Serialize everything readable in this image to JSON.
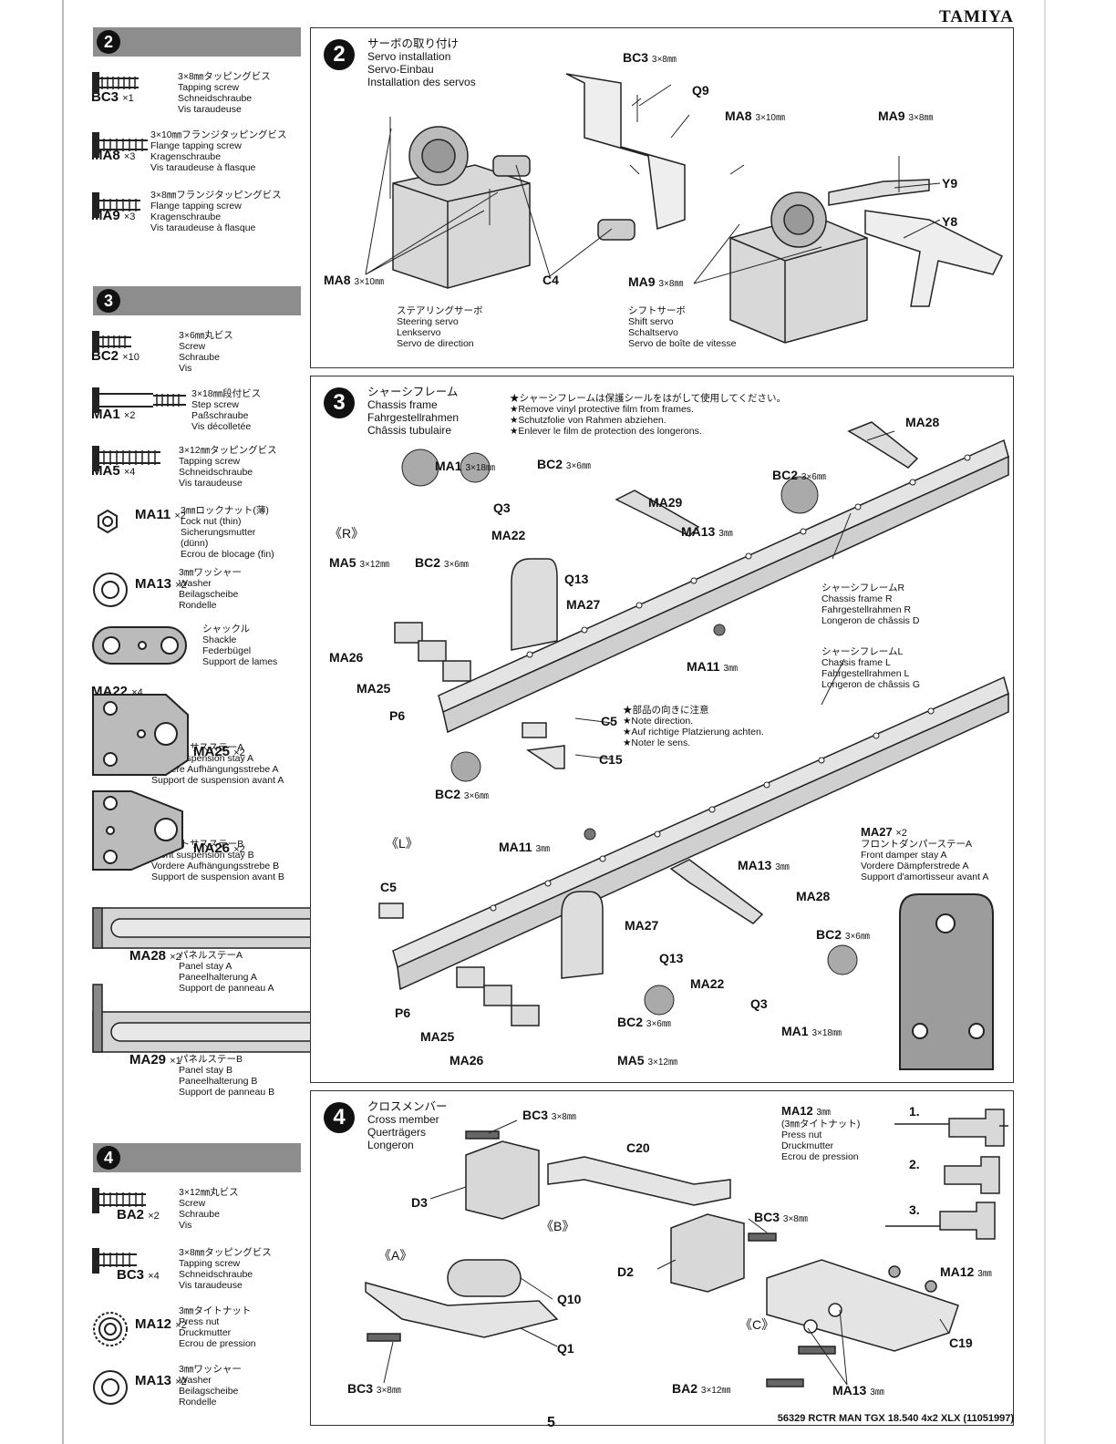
{
  "brand": "TAMIYA",
  "page_number": "5",
  "footer_code": "56329 RCTR MAN TGX 18.540 4x2 XLX (11051997)",
  "sidebar": {
    "step2": {
      "number": "2",
      "parts": [
        {
          "code": "BC3",
          "qty": "×1",
          "desc": "3×8㎜タッピングビス\nTapping screw\nSchneidschraube\nVis taraudeuse"
        },
        {
          "code": "MA8",
          "qty": "×3",
          "desc": "3×10㎜フランジタッピングビス\nFlange tapping screw\nKragenschraube\nVis taraudeuse à flasque"
        },
        {
          "code": "MA9",
          "qty": "×3",
          "desc": "3×8㎜フランジタッピングビス\nFlange tapping screw\nKragenschraube\nVis taraudeuse à flasque"
        }
      ]
    },
    "step3": {
      "number": "3",
      "parts": [
        {
          "code": "BC2",
          "qty": "×10",
          "desc": "3×6㎜丸ビス\nScrew\nSchraube\nVis"
        },
        {
          "code": "MA1",
          "qty": "×2",
          "desc": "3×18㎜段付ビス\nStep screw\nPaßschraube\nVis décolletée"
        },
        {
          "code": "MA5",
          "qty": "×4",
          "desc": "3×12㎜タッピングビス\nTapping screw\nSchneidschraube\nVis taraudeuse"
        },
        {
          "code": "MA11",
          "qty": "×2",
          "desc": "3㎜ロックナット(薄)\nLock nut (thin)\nSicherungsmutter\n(dünn)\nEcrou de blocage (fin)"
        },
        {
          "code": "MA13",
          "qty": "×2",
          "desc": "3㎜ワッシャー\nWasher\nBeilagscheibe\nRondelle"
        },
        {
          "code": "MA22",
          "qty": "×4",
          "desc": "シャックル\nShackle\nFederbügel\nSupport de lames"
        },
        {
          "code": "MA25",
          "qty": "×2",
          "desc": "フロントサスステーA\nFront suspension stay A\nVordere Aufhängungsstrebe A\nSupport de suspension avant A"
        },
        {
          "code": "MA26",
          "qty": "×2",
          "desc": "フロントサスステーB\nFront suspension stay B\nVordere Aufhängungsstrebe B\nSupport de suspension avant B"
        },
        {
          "code": "MA28",
          "qty": "×2",
          "desc": "パネルステーA\nPanel stay A\nPaneelhalterung A\nSupport de panneau A"
        },
        {
          "code": "MA29",
          "qty": "×1",
          "desc": "パネルステーB\nPanel stay B\nPaneelhalterung B\nSupport de panneau B"
        }
      ]
    },
    "step4": {
      "number": "4",
      "parts": [
        {
          "code": "BA2",
          "qty": "×2",
          "desc": "3×12㎜丸ビス\nScrew\nSchraube\nVis"
        },
        {
          "code": "BC3",
          "qty": "×4",
          "desc": "3×8㎜タッピングビス\nTapping screw\nSchneidschraube\nVis taraudeuse"
        },
        {
          "code": "MA12",
          "qty": "×2",
          "desc": "3㎜タイトナット\nPress nut\nDruckmutter\nEcrou de pression"
        },
        {
          "code": "MA13",
          "qty": "×2",
          "desc": "3㎜ワッシャー\nWasher\nBeilagscheibe\nRondelle"
        }
      ]
    }
  },
  "panel2": {
    "number": "2",
    "title": [
      "サーボの取り付け",
      "Servo installation",
      "Servo-Einbau",
      "Installation des servos"
    ],
    "labels": {
      "bc3": "BC3",
      "bc3_size": "3×8㎜",
      "q9": "Q9",
      "ma8a": "MA8",
      "ma8a_size": "3×10㎜",
      "ma9a": "MA9",
      "ma9a_size": "3×8㎜",
      "y9": "Y9",
      "y8": "Y8",
      "ma8b": "MA8",
      "ma8b_size": "3×10㎜",
      "c4": "C4",
      "ma9b": "MA9",
      "ma9b_size": "3×8㎜"
    },
    "steering": [
      "ステアリングサーボ",
      "Steering servo",
      "Lenkservo",
      "Servo de direction"
    ],
    "shift": [
      "シフトサーボ",
      "Shift servo",
      "Schaltservo",
      "Servo de boîte de vitesse"
    ]
  },
  "panel3": {
    "number": "3",
    "title": [
      "シャーシフレーム",
      "Chassis frame",
      "Fahrgestellrahmen",
      "Châssis tubulaire"
    ],
    "notice": [
      "★シャーシフレームは保護シールをはがして使用してください。",
      "★Remove vinyl protective film from frames.",
      "★Schutzfolie von Rahmen abziehen.",
      "★Enlever le film de protection des longerons."
    ],
    "direction_note": [
      "★部品の向きに注意",
      "★Note direction.",
      "★Auf richtige Platzierung achten.",
      "★Noter le sens."
    ],
    "frame_r": [
      "シャーシフレームR",
      "Chassis frame R",
      "Fahrgestellrahmen R",
      "Longeron de châssis D"
    ],
    "frame_l": [
      "シャーシフレームL",
      "Chassis frame L",
      "Fahrgestellrahmen L",
      "Longeron de châssis G"
    ],
    "ma27_callout": {
      "code": "MA27",
      "qty": "×2",
      "lines": [
        "フロントダンパーステーA",
        "Front damper stay A",
        "Vordere Dämpferstrede A",
        "Support d'amortisseur avant A"
      ]
    },
    "side_r": "《R》",
    "side_l": "《L》",
    "labels": {
      "ma28a": "MA28",
      "bc2a": "BC2",
      "bc2a_size": "3×6㎜",
      "ma1a": "MA1",
      "ma1a_size": "3×18㎜",
      "bc2b": "BC2",
      "bc2b_size": "3×6㎜",
      "q3a": "Q3",
      "ma29": "MA29",
      "ma22a": "MA22",
      "ma13a": "MA13",
      "ma13a_size": "3㎜",
      "ma5a": "MA5",
      "ma5a_size": "3×12㎜",
      "bc2c": "BC2",
      "bc2c_size": "3×6㎜",
      "q13a": "Q13",
      "ma27a": "MA27",
      "ma26a": "MA26",
      "ma25a": "MA25",
      "ma11a": "MA11",
      "ma11a_size": "3㎜",
      "p6a": "P6",
      "c5a": "C5",
      "c15": "C15",
      "bc2d": "BC2",
      "bc2d_size": "3×6㎜",
      "ma11b": "MA11",
      "ma11b_size": "3㎜",
      "ma13b": "MA13",
      "ma13b_size": "3㎜",
      "c5b": "C5",
      "ma28b": "MA28",
      "ma27b": "MA27",
      "bc2e": "BC2",
      "bc2e_size": "3×6㎜",
      "q13b": "Q13",
      "ma22b": "MA22",
      "p6b": "P6",
      "q3b": "Q3",
      "bc2f": "BC2",
      "bc2f_size": "3×6㎜",
      "ma25b": "MA25",
      "ma1b": "MA1",
      "ma1b_size": "3×18㎜",
      "ma26b": "MA26",
      "ma5b": "MA5",
      "ma5b_size": "3×12㎜"
    }
  },
  "panel4": {
    "number": "4",
    "title": [
      "クロスメンバー",
      "Cross member",
      "Querträgers",
      "Longeron"
    ],
    "press_nut": {
      "code": "MA12",
      "size": "3㎜",
      "lines": [
        "(3㎜タイトナット)",
        "Press nut",
        "Druckmutter",
        "Ecrou de pression"
      ]
    },
    "steps": [
      "1.",
      "2.",
      "3."
    ],
    "sub_a": "《A》",
    "sub_b": "《B》",
    "sub_c": "《C》",
    "labels": {
      "bc3a": "BC3",
      "bc3a_size": "3×8㎜",
      "c20": "C20",
      "d3": "D3",
      "bc3b": "BC3",
      "bc3b_size": "3×8㎜",
      "d2": "D2",
      "q10": "Q10",
      "q1": "Q1",
      "bc3c": "BC3",
      "bc3c_size": "3×8㎜",
      "ma12": "MA12",
      "ma12_size": "3㎜",
      "c19": "C19",
      "ba2": "BA2",
      "ba2_size": "3×12㎜",
      "ma13": "MA13",
      "ma13_size": "3㎜"
    }
  }
}
